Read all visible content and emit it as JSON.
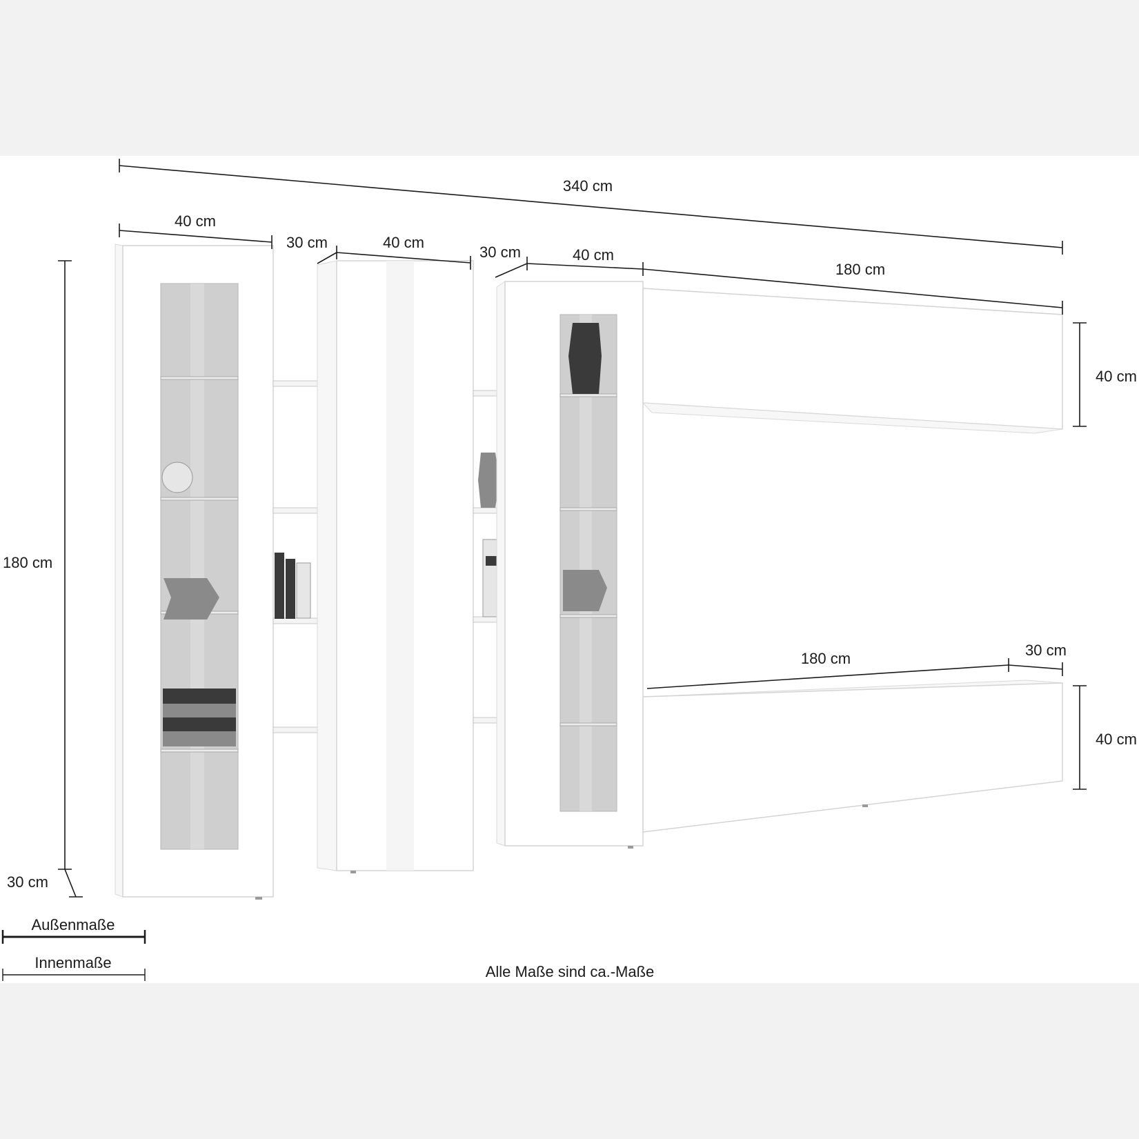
{
  "dimensions": {
    "total_width": "340 cm",
    "cab1_width": "40 cm",
    "gap1_width": "30 cm",
    "cab2_width": "40 cm",
    "gap2_width": "30 cm",
    "cab3_width": "40 cm",
    "wall_unit_width": "180 cm",
    "wall_unit_height": "40 cm",
    "total_height": "180 cm",
    "depth": "30 cm",
    "lowboard_width": "180 cm",
    "lowboard_depth": "30 cm",
    "lowboard_height": "40 cm"
  },
  "legend": {
    "outer": "Außenmaße",
    "inner": "Innenmaße"
  },
  "note": "Alle Maße sind ca.-Maße",
  "colors": {
    "background": "#f2f2f2",
    "canvas": "#ffffff",
    "line": "#1a1a1a"
  }
}
